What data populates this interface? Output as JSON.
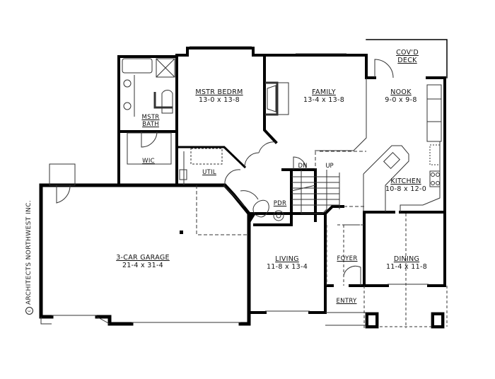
{
  "plan": {
    "type": "floor plan",
    "copyright": "ARCHITECTS NORTHWEST INC.",
    "copyright_symbol": "c"
  },
  "rooms": {
    "deck": {
      "name_line1": "COV'D",
      "name_line2": "DECK"
    },
    "master_bedroom": {
      "name": "MSTR BEDRM",
      "dims": "13-0 x 13-8"
    },
    "family": {
      "name": "FAMILY",
      "dims": "13-4 x 13-8"
    },
    "nook": {
      "name": "NOOK",
      "dims": "9-0 x 9-8"
    },
    "master_bath": {
      "name_line1": "MSTR",
      "name_line2": "BATH"
    },
    "wic": {
      "name": "WIC"
    },
    "util": {
      "name": "UTIL"
    },
    "kitchen": {
      "name": "KITCHEN",
      "dims": "10-8 x 12-0"
    },
    "pdr": {
      "name": "PDR"
    },
    "garage": {
      "name": "3-CAR GARAGE",
      "dims": "21-4 x 31-4"
    },
    "living": {
      "name": "LIVING",
      "dims": "11-8 x 13-4"
    },
    "foyer": {
      "name": "FOYER"
    },
    "dining": {
      "name": "DINING",
      "dims": "11-4 x 11-8"
    },
    "entry": {
      "name": "ENTRY"
    }
  },
  "stairs": {
    "down": "DN",
    "up": "UP"
  },
  "colors": {
    "wall": "#000000",
    "line": "#333333",
    "background": "#ffffff"
  }
}
